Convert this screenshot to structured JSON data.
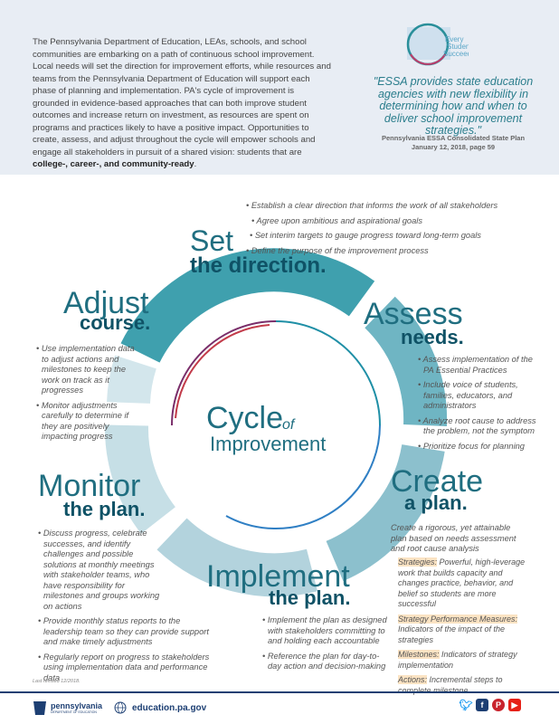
{
  "intro": {
    "text": "The Pennsylvania Department of Education, LEAs, schools, and school communities are embarking on a path of continuous school improvement. Local needs will set the direction for improvement efforts, while resources and teams from the Pennsylvania Department of Education will support each phase of planning and implementation. PA's cycle of improvement is grounded in evidence-based approaches that can both improve student outcomes and increase return on investment, as resources are spent on programs and practices likely to have a positive impact. Opportunities to create, assess, and adjust throughout the cycle will empower schools and engage all stakeholders in pursuit of a shared vision: students that are ",
    "bold": "college-, career-, and community-ready",
    "end": "."
  },
  "logo": {
    "line1": "Every",
    "line2": "Student",
    "line3": "Succeeds"
  },
  "quote": {
    "text": "\"ESSA provides state education agencies with new flexibility in determining how and when to deliver school improvement strategies.\"",
    "source": "Pennsylvania ESSA Consolidated State Plan",
    "date": "January 12, 2018, page 59"
  },
  "center": {
    "cycle": "Cycle",
    "of": "of",
    "improvement": "Improvement"
  },
  "set": {
    "light": "Set",
    "bold": "the direction.",
    "items": [
      "Establish a clear direction that informs the work of all stakeholders",
      "Agree upon ambitious and aspirational goals",
      "Set interim targets to gauge progress toward long-term goals",
      "Define the purpose of the improvement process"
    ]
  },
  "adjust": {
    "light": "Adjust",
    "bold": "course.",
    "items": [
      "Use implementation data to adjust actions and milestones to keep the work on track as it progresses",
      "Monitor adjustments carefully to determine if they are positively impacting progress"
    ]
  },
  "assess": {
    "light": "Assess",
    "bold": "needs.",
    "items": [
      "Assess implementation of the PA Essential Practices",
      "Include voice of students, families, educators, and administrators",
      "Analyze root cause to address the problem, not the symptom",
      "Prioritize focus for planning"
    ]
  },
  "monitor": {
    "light": "Monitor",
    "bold": "the plan.",
    "items": [
      "Discuss progress, celebrate successes, and identify challenges and possible solutions at monthly meetings with stakeholder teams, who have responsibility for milestones and groups working on actions",
      "Provide monthly status reports to the leadership team so they can provide support and make timely adjustments",
      "Regularly report on progress to stakeholders using implementation data and performance data"
    ]
  },
  "create": {
    "light": "Create",
    "bold": "a plan.",
    "intro": "Create a rigorous, yet attainable plan based on needs assessment and root cause analysis",
    "terms": [
      {
        "term": "Strategies:",
        "def": " Powerful, high-leverage work that builds capacity and changes practice, behavior, and belief so students are more successful"
      },
      {
        "term": "Strategy Performance Measures:",
        "def": " Indicators of the impact of the strategies"
      },
      {
        "term": "Milestones:",
        "def": " Indicators of strategy implementation"
      },
      {
        "term": "Actions:",
        "def": " Incremental steps to complete milestone"
      }
    ]
  },
  "implement": {
    "light": "Implement",
    "bold": "the plan.",
    "items": [
      "Implement the plan as designed with stakeholders committing to and holding each accountable",
      "Reference the plan for day-to-day action and decision-making"
    ]
  },
  "footer": {
    "revised": "Last revised 12/2018.",
    "pa": "pennsylvania",
    "pa_sub": "DEPARTMENT OF EDUCATION",
    "website": "education.pa.gov",
    "social": [
      "twitter",
      "facebook",
      "pinterest",
      "youtube"
    ]
  },
  "colors": {
    "teal": "#1f6e80",
    "dark": "#0f5266",
    "highlight": "#fbe3c3"
  }
}
